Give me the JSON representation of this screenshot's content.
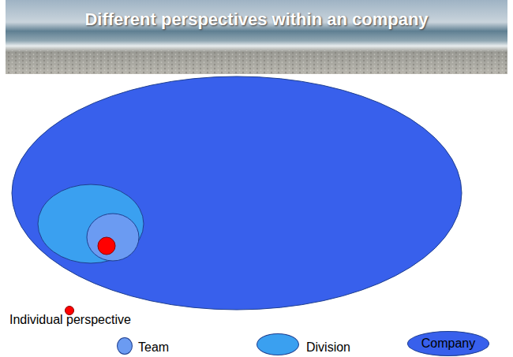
{
  "diagram": {
    "title": "Different perspectives within an company",
    "legend": [
      {
        "text": "Individual perspective",
        "color": "#ff0000"
      },
      {
        "text": "Team",
        "color": "#6b9bf2"
      },
      {
        "text": "Division",
        "color": "#3aa0f0"
      },
      {
        "text": "Company",
        "color": "#3860ec"
      }
    ]
  }
}
